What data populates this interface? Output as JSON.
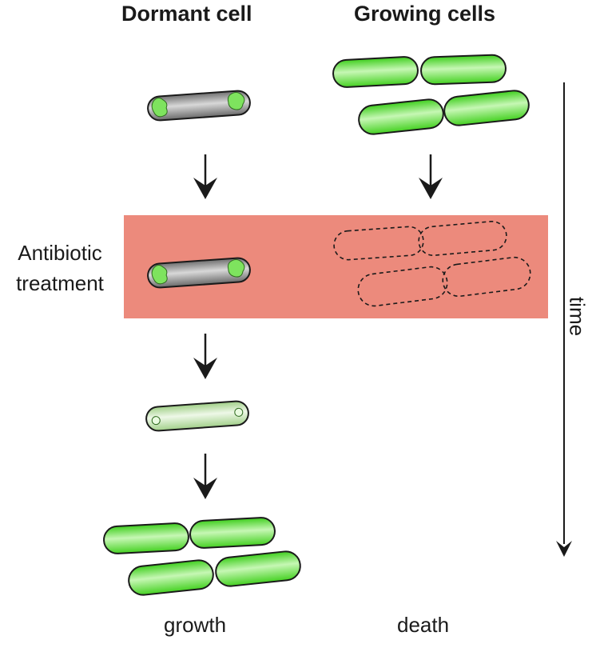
{
  "columns": {
    "dormant_title": "Dormant cell",
    "growing_title": "Growing cells"
  },
  "treatment_label": "Antibiotic treatment",
  "treatment_label_lines": [
    "Antibiotic",
    "treatment"
  ],
  "time_label": "time",
  "outcomes": {
    "dormant": "growth",
    "growing": "death"
  },
  "colors": {
    "treatment_band": "#ec8a7c",
    "live_cell_green": "#6ee04e",
    "dormant_cell_gray": "#8f8f8f",
    "waking_cell_green": "#b9dca6",
    "arrow": "#1a1a1a"
  }
}
